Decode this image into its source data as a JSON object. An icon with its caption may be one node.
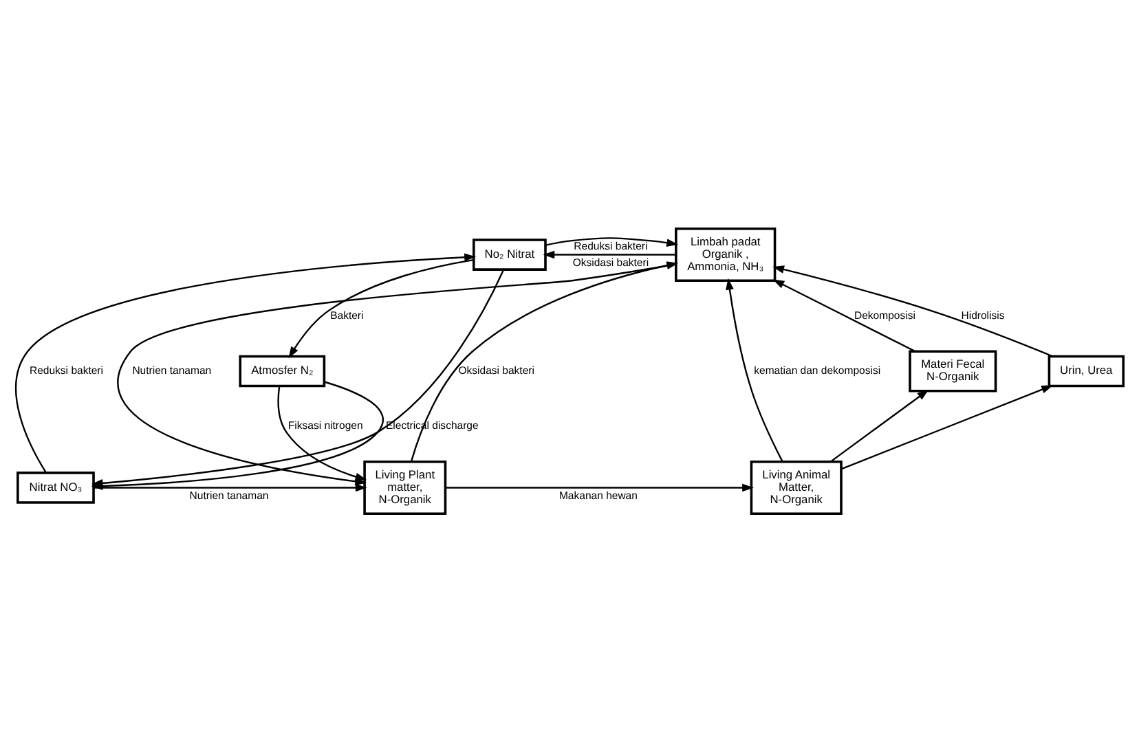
{
  "diagram": {
    "nodes": [
      {
        "text": [
          "Limbah padat Organik , Ammonia, NH₃"
        ]
      },
      {
        "text": [
          "No₂ Nitrat"
        ]
      },
      {
        "text": [
          "Materi Fecal N-Organik"
        ]
      },
      {
        "text": [
          "Atmosfer N₂"
        ]
      },
      {
        "text": [
          "Urin, Urea"
        ]
      },
      {
        "text": [
          "Living Animal Matter, N-Organik"
        ]
      },
      {
        "text": [
          "Living Plant matter, N-Organik"
        ]
      },
      {
        "text": [
          "Nitrat NO₃"
        ]
      }
    ],
    "edges": [
      {
        "from": 5,
        "to": 0,
        "arrow": "to",
        "label": "kematian dan dekomposisi"
      },
      {
        "from": 2,
        "to": 0,
        "arrow": "to",
        "label": "Dekomposisi"
      },
      {
        "from": 4,
        "to": 0,
        "arrow": "to",
        "label": "Hidrolisis"
      },
      {
        "from": 6,
        "to": 0,
        "arrow": "to"
      },
      {
        "from": 0,
        "to": 6,
        "arrow": "to",
        "label": "Nutrien tanaman"
      },
      {
        "from": 0,
        "to": 1,
        "arrow": "to",
        "label": "Oksidasi bakteri"
      },
      {
        "from": 1,
        "to": 0,
        "arrow": "to",
        "label": "Reduksi bakteri"
      },
      {
        "from": 1,
        "to": 3,
        "arrow": "to",
        "label": "Bakteri"
      },
      {
        "from": 7,
        "to": 1,
        "arrow": "to",
        "label": "Reduksi bakteri"
      },
      {
        "from": 1,
        "to": 7,
        "arrow": "to",
        "label": "Oksidasi bakteri"
      },
      {
        "from": 3,
        "to": 6,
        "arrow": "to",
        "label": "Fiksasi nitrogen"
      },
      {
        "from": 3,
        "to": 7,
        "arrow": "to",
        "label": "Electrical discharge"
      },
      {
        "from": 7,
        "to": 6,
        "arrow": "to",
        "label": "Nutrien tanaman"
      },
      {
        "from": 6,
        "to": 5,
        "arrow": "to",
        "label": "Makanan hewan"
      },
      {
        "from": 5,
        "to": 2,
        "arrow": "to"
      },
      {
        "from": 5,
        "to": 4,
        "arrow": "to"
      }
    ]
  }
}
